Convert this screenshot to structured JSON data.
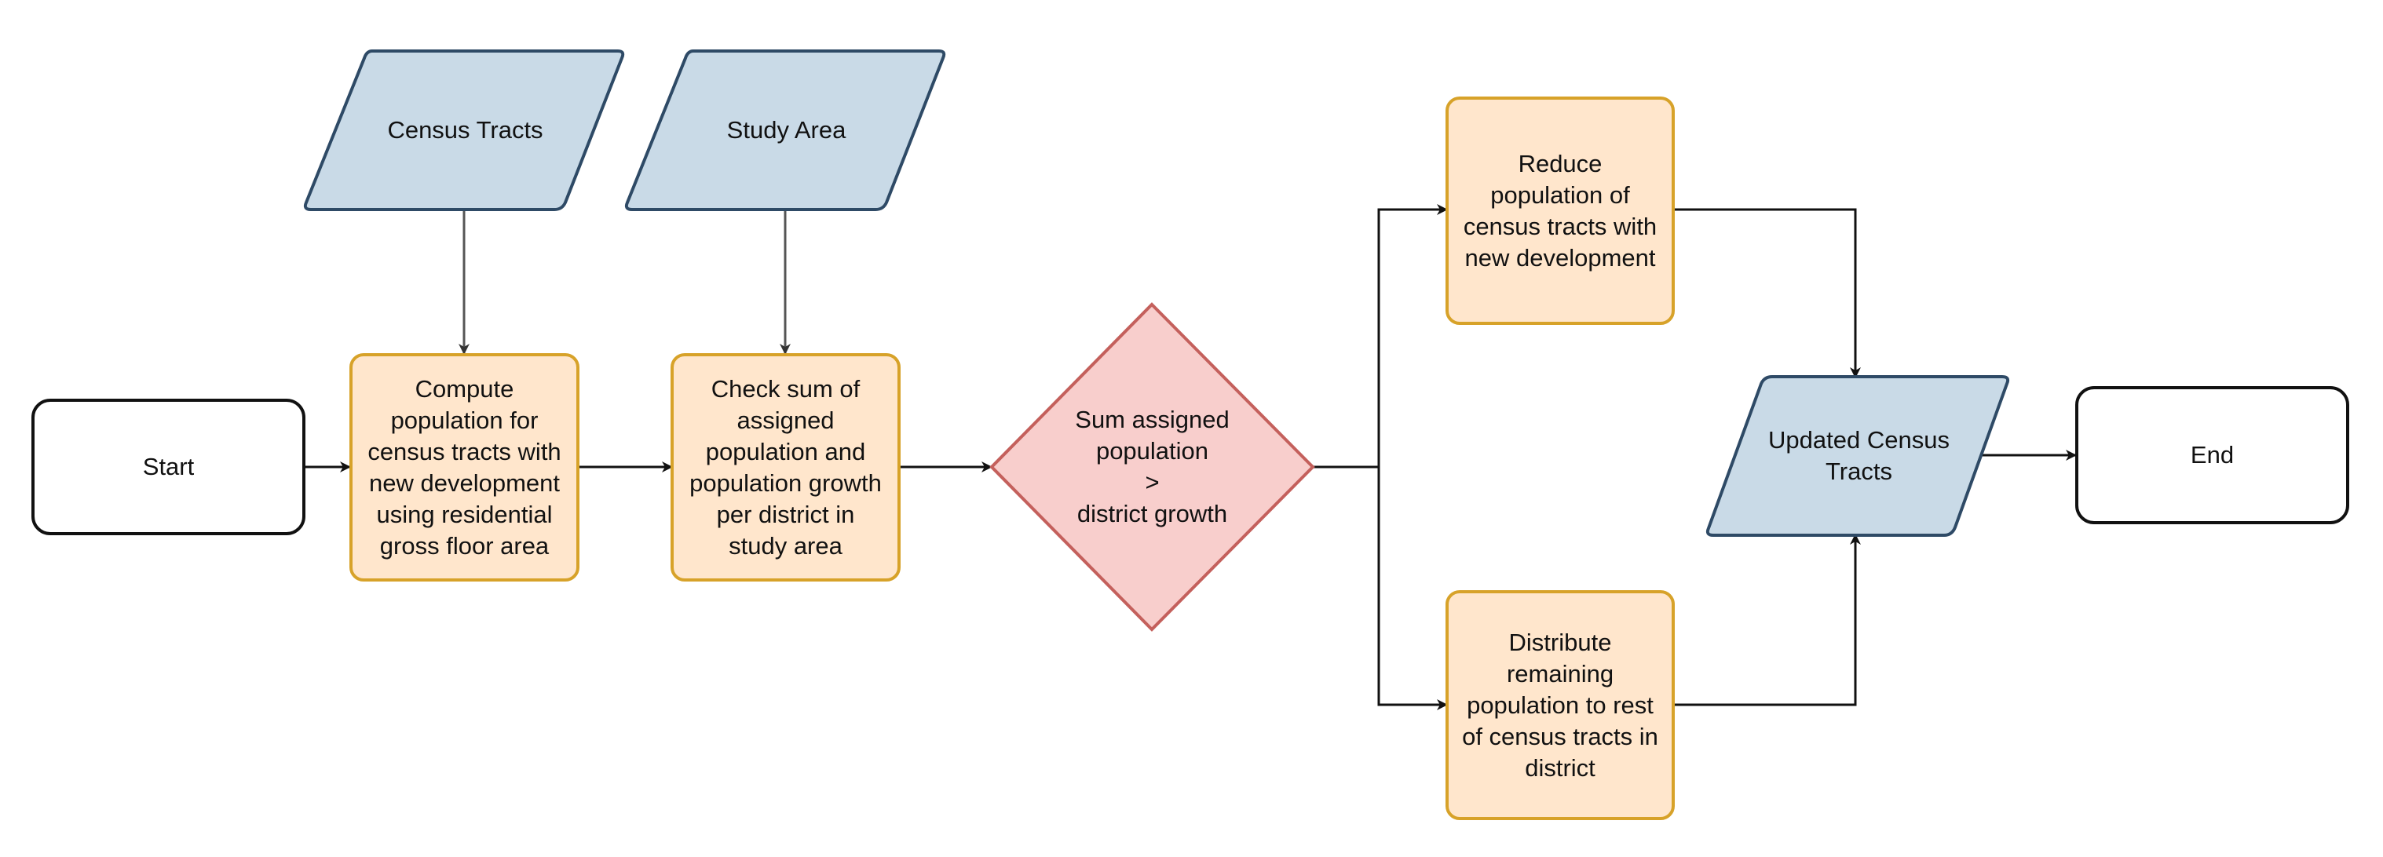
{
  "colors": {
    "process_fill": "#ffe6cc",
    "process_stroke": "#d7a229",
    "data_fill": "#c9dae7",
    "data_stroke": "#2e4a66",
    "decision_fill": "#f8cecc",
    "decision_stroke": "#c4605c",
    "terminal_fill": "#ffffff",
    "terminal_stroke": "#111111",
    "edge": "#111111",
    "edge_input": "#555555"
  },
  "nodes": {
    "start": {
      "label": "Start"
    },
    "census_tracts": {
      "label": "Census Tracts"
    },
    "study_area": {
      "label": "Study Area"
    },
    "compute": {
      "lines": [
        "Compute",
        "population for",
        "census tracts with",
        "new development",
        "using residential",
        "gross floor area"
      ]
    },
    "check": {
      "lines": [
        "Check sum of",
        "assigned",
        "population and",
        "population growth",
        "per district in",
        "study area"
      ]
    },
    "decision": {
      "lines": [
        "Sum assigned",
        "population",
        ">",
        "district growth"
      ]
    },
    "reduce": {
      "lines": [
        "Reduce",
        "population of",
        "census tracts with",
        "new development"
      ]
    },
    "distribute": {
      "lines": [
        "Distribute",
        "remaining",
        "population to rest",
        "of census tracts in",
        "district"
      ]
    },
    "updated": {
      "lines": [
        "Updated Census",
        "Tracts"
      ]
    },
    "end": {
      "label": "End"
    }
  }
}
